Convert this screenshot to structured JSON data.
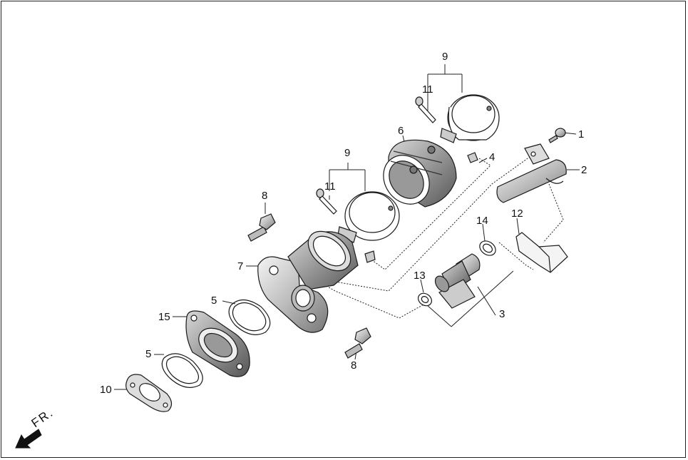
{
  "callouts": {
    "c1": "1",
    "c2": "2",
    "c3": "3",
    "c4": "4",
    "c5a": "5",
    "c5b": "5",
    "c6": "6",
    "c7": "7",
    "c8a": "8",
    "c8b": "8",
    "c9a": "9",
    "c9b": "9",
    "c10": "10",
    "c11a": "11",
    "c11b": "11",
    "c12": "12",
    "c13": "13",
    "c14": "14",
    "c15": "15"
  },
  "direction": {
    "label": "FR.",
    "icon": "front-direction-arrow-icon"
  },
  "colors": {
    "line": "#1a1a1a",
    "part_fill": "#ffffff",
    "part_shade": "#cfcfcf",
    "part_dark": "#6e6e6e"
  }
}
